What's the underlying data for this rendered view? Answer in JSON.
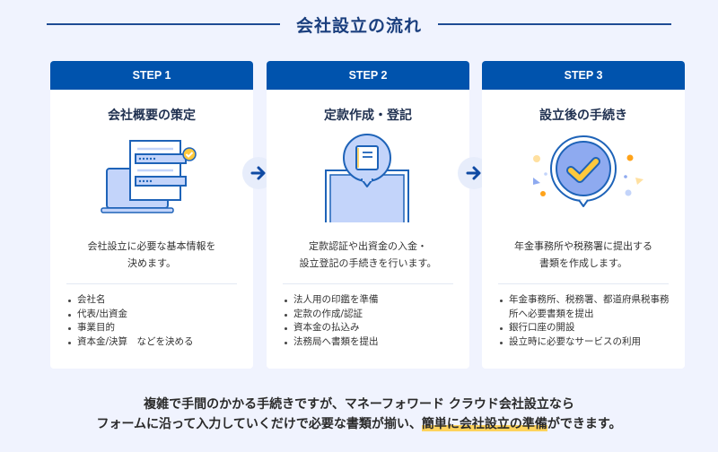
{
  "heading": {
    "title": "会社設立の流れ"
  },
  "steps": [
    {
      "label": "STEP 1",
      "title": "会社概要の策定",
      "illustration": "form-on-laptop-icon",
      "description": [
        "会社設立に必要な基本情報を",
        "決めます。"
      ],
      "items": [
        "会社名",
        "代表/出資金",
        "事業目的",
        "資本金/決算　などを決める"
      ]
    },
    {
      "label": "STEP 2",
      "title": "定款作成・登記",
      "illustration": "book-speech-bubble-icon",
      "description": [
        "定款認証や出資金の入金・",
        "設立登記の手続きを行います。"
      ],
      "items": [
        "法人用の印鑑を準備",
        "定款の作成/認証",
        "資本金の払込み",
        "法務局へ書類を提出"
      ]
    },
    {
      "label": "STEP 3",
      "title": "設立後の手続き",
      "illustration": "checkmark-badge-icon",
      "description": [
        "年金事務所や税務署に提出する",
        "書類を作成します。"
      ],
      "items": [
        "年金事務所、税務署、都道府県税事務所へ必要書類を提出",
        "銀行口座の開設",
        "設立時に必要なサービスの利用"
      ]
    }
  ],
  "arrows": [
    "arrow-right-icon",
    "arrow-right-icon"
  ],
  "footer": {
    "line1": "複雑で手間のかかる手続きですが、マネーフォワード クラウド会社設立なら",
    "line2_before": "フォームに沿って入力していくだけで必要な書類が揃い、",
    "line2_highlight": "簡単に会社設立の準備",
    "line2_after": "ができます。"
  },
  "colors": {
    "background": "#f0f3fe",
    "header_blue": "#0053ad",
    "heading_text": "#1b3f7e",
    "accent_yellow": "#ffc93c",
    "illustration_fill": "#c3d4fa"
  }
}
